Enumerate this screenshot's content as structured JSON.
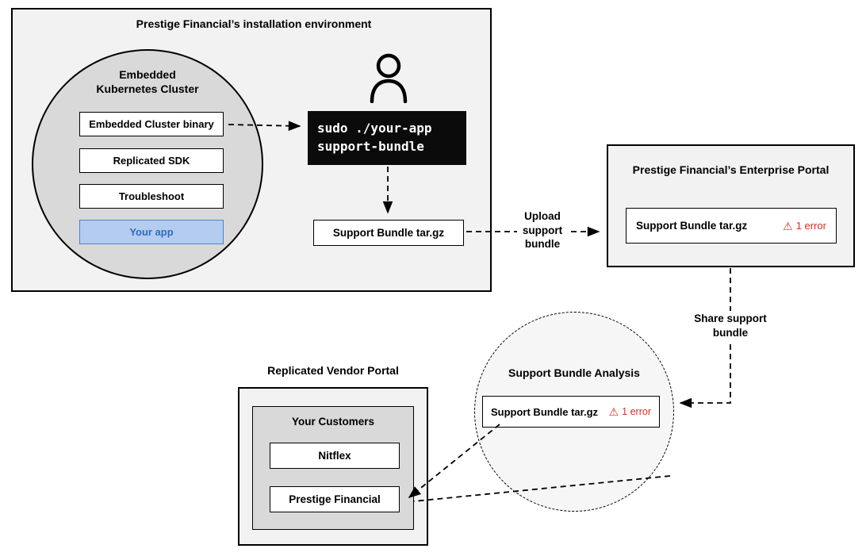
{
  "colors": {
    "panel_bg": "#f2f2f2",
    "cluster_bg": "#d9d9d9",
    "analysis_bg": "#f6f6f6",
    "app_fill": "#b3ccf0",
    "app_border": "#4a86c8",
    "app_text": "#2f6dc0",
    "terminal_bg": "#0b0b0b",
    "terminal_text": "#ffffff",
    "error_red": "#d93025"
  },
  "icons": {
    "warning": "⚠"
  },
  "installation_env": {
    "title": "Prestige Financial’s installation environment",
    "cluster": {
      "title": "Embedded Kubernetes Cluster",
      "items": [
        {
          "label": "Embedded Cluster binary"
        },
        {
          "label": "Replicated SDK"
        },
        {
          "label": "Troubleshoot"
        },
        {
          "label": "Your app"
        }
      ]
    },
    "terminal": {
      "line1": "sudo ./your-app",
      "line2": "support-bundle"
    },
    "bundle_label": "Support Bundle tar.gz"
  },
  "enterprise_portal": {
    "title": "Prestige Financial’s Enterprise Portal",
    "bundle_label": "Support Bundle tar.gz",
    "error_label": "1 error"
  },
  "analysis": {
    "title": "Support Bundle Analysis",
    "bundle_label": "Support Bundle tar.gz",
    "error_label": "1 error"
  },
  "vendor_portal": {
    "title": "Replicated Vendor Portal",
    "customers_title": "Your Customers",
    "customers": [
      {
        "label": "Nitflex"
      },
      {
        "label": "Prestige Financial"
      }
    ]
  },
  "labels": {
    "upload": "Upload support bundle",
    "share": "Share support bundle"
  }
}
